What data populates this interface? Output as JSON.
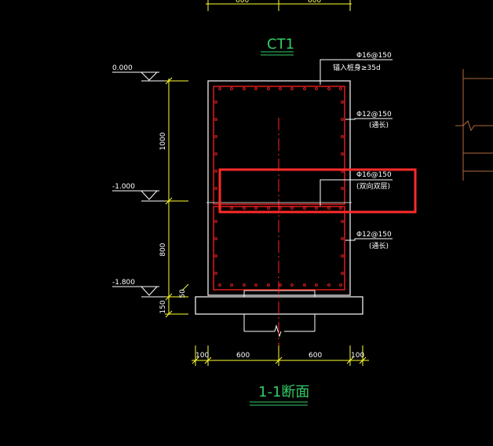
{
  "title": "CT1",
  "section_label": "1-1断面",
  "elevations": [
    "0.000",
    "-1.000",
    "-1.800"
  ],
  "vertical_dims": [
    "1000",
    "800",
    "50",
    "150"
  ],
  "horizontal_dims": [
    "100",
    "600",
    "600",
    "100"
  ],
  "top_dims": [
    "600",
    "600"
  ],
  "rebar_notes": [
    {
      "spec": "Φ16@150",
      "note": "锚入桩身≥35d"
    },
    {
      "spec": "Φ12@150",
      "note": "(通长)"
    },
    {
      "spec": "Φ16@150",
      "note": "(双向双层)"
    },
    {
      "spec": "Φ12@150",
      "note": "(通长)"
    }
  ],
  "colors": {
    "background": "#000000",
    "outline": "#ffffff",
    "rebar": "#ff2222",
    "dimension": "#ffff33",
    "title": "#33cc66",
    "highlight": "#ff2a2a",
    "aux": "#b46a3c"
  }
}
